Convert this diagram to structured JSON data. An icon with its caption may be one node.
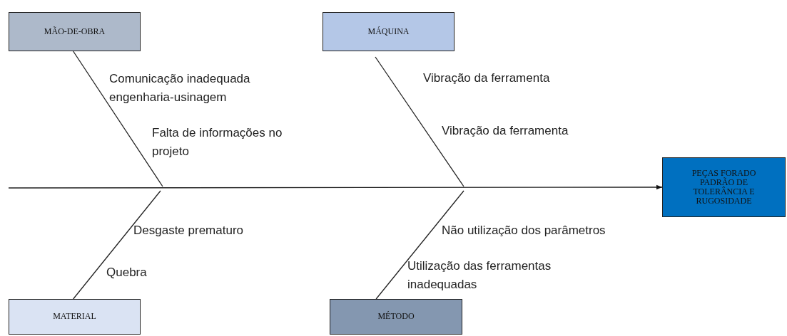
{
  "diagram": {
    "nodes": [
      {
        "text": [
          "MÃO-DE-OBRA"
        ]
      },
      {
        "text": [
          "MÁQUINA"
        ]
      },
      {
        "text": [
          "PEÇAS FORADO PADRÃO DE TOLERÂNCIA E RUGOSIDADE"
        ]
      },
      {
        "text": [
          "MATERIAL"
        ]
      },
      {
        "text": [
          "MÉTODO"
        ]
      }
    ],
    "edges": [
      {
        "from": 0,
        "to": null,
        "arrow": "none"
      },
      {
        "from": 1,
        "to": null,
        "arrow": "none"
      },
      {
        "from": null,
        "to": 2,
        "arrow": "to"
      },
      {
        "from": 3,
        "to": null,
        "arrow": "none"
      },
      {
        "from": 4,
        "to": null,
        "arrow": "none"
      }
    ],
    "labels": [
      "Comunicação inadequada engenharia-usinagem",
      "Vibração da ferramenta",
      "Falta de informações no projeto",
      "Vibração da ferramenta",
      "Desgaste prematuro",
      "Não utilização dos parâmetros",
      "Quebra",
      "Utilização das ferramentas inadequadas"
    ]
  }
}
